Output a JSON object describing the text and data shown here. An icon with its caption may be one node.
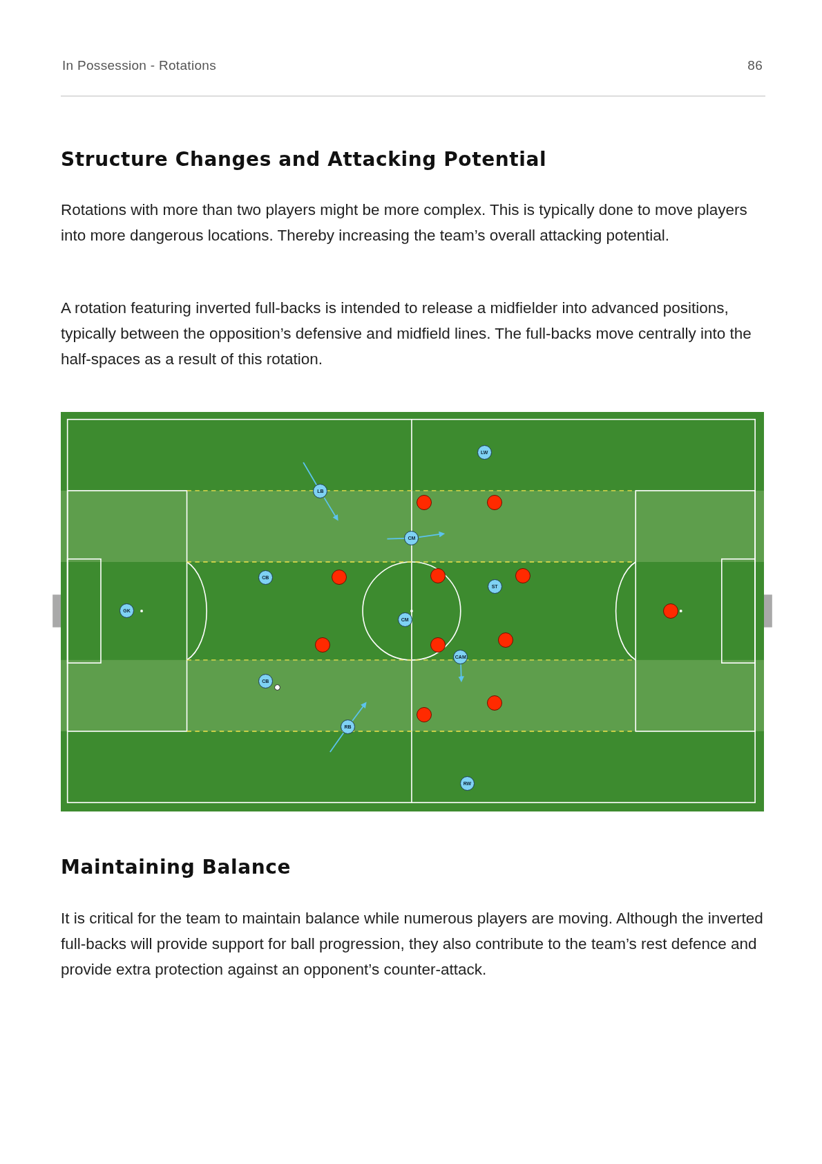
{
  "diagram": {
    "title": "Structure Changes and Attacking Potential",
    "nodes": [
      {
        "text": [
          "LW"
        ]
      },
      {
        "text": [
          "LB"
        ]
      },
      {
        "text": [],
        "shape": "circle"
      },
      {
        "text": [],
        "shape": "circle"
      },
      {
        "text": [
          "CM"
        ]
      },
      {
        "text": [],
        "shape": "circle"
      },
      {
        "text": [],
        "shape": "circle"
      },
      {
        "text": [],
        "shape": "circle"
      },
      {
        "text": [
          "CB"
        ]
      },
      {
        "text": [
          "ST"
        ]
      },
      {
        "text": [
          "GK"
        ]
      },
      {
        "text": [],
        "shape": "circle"
      },
      {
        "text": [
          "CM"
        ]
      },
      {
        "text": [],
        "shape": "circle"
      },
      {
        "text": [],
        "shape": "circle"
      },
      {
        "text": [],
        "shape": "circle"
      },
      {
        "text": [
          "CAM"
        ]
      },
      {
        "text": [
          "CB"
        ]
      },
      {
        "text": [],
        "shape": "circle"
      },
      {
        "text": [],
        "shape": "circle"
      },
      {
        "text": [
          "RB"
        ]
      },
      {
        "text": [
          "RW"
        ]
      }
    ],
    "edges": [
      {
        "from": null,
        "to": 1,
        "arrow": "none"
      },
      {
        "from": 1,
        "to": null,
        "arrow": "to"
      },
      {
        "from": null,
        "to": 4,
        "arrow": "none"
      },
      {
        "from": 4,
        "to": null,
        "arrow": "to"
      },
      {
        "from": 16,
        "to": null,
        "arrow": "to"
      },
      {
        "from": null,
        "to": 20,
        "arrow": "none"
      },
      {
        "from": 20,
        "to": null,
        "arrow": "to"
      }
    ],
    "labels": [
      "In Possession - Rotations",
      "86",
      "Rotations with more than two players might be more complex. This is typically done to move players into more dangerous locations. Thereby increasing the team’s overall attacking potential.",
      "A rotation featuring inverted full-backs is intended to release a midfielder into advanced positions, typically between the opposition’s defensive and midfield lines. The full-backs move centrally into the half-spaces as a result of this rotation.",
      "Maintaining Balance",
      "It is critical for the team to maintain balance while numerous players are moving. Although the inverted full-backs will provide support for ball progression, they also contribute to the team’s rest defence and provide extra protection against an opponent’s counter-attack."
    ]
  }
}
